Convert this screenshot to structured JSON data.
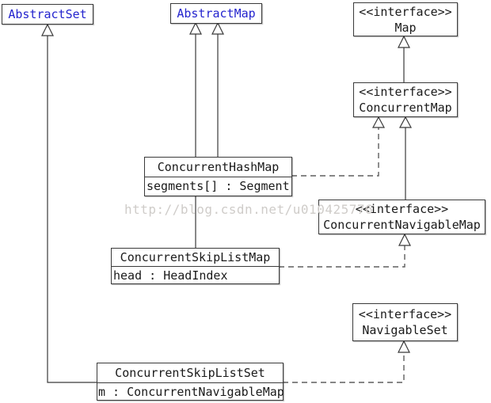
{
  "diagram": {
    "watermark": "http://blog.csdn.net/u010425776",
    "colors": {
      "abstract_class_text": "#2424ce",
      "class_text": "#1a1a1a",
      "box_border": "#3a3a3a",
      "solid_edge": "#3a3a3a",
      "dashed_edge": "#5f5f5f",
      "watermark_text": "#cfccc9"
    },
    "nodes": {
      "abstract_set": {
        "name": "AbstractSet"
      },
      "abstract_map": {
        "name": "AbstractMap"
      },
      "map": {
        "stereotype": "<<interface>>",
        "name": "Map"
      },
      "concurrent_map": {
        "stereotype": "<<interface>>",
        "name": "ConcurrentMap"
      },
      "concurrent_hash_map": {
        "name": "ConcurrentHashMap",
        "attribute": "segments[] : Segment"
      },
      "concurrent_navigable_map": {
        "stereotype": "<<interface>>",
        "name": "ConcurrentNavigableMap"
      },
      "concurrent_skip_list_map": {
        "name": "ConcurrentSkipListMap",
        "attribute": "head : HeadIndex"
      },
      "navigable_set": {
        "stereotype": "<<interface>>",
        "name": "NavigableSet"
      },
      "concurrent_skip_list_set": {
        "name": "ConcurrentSkipListSet",
        "attribute": "m : ConcurrentNavigableMap"
      }
    },
    "relations": [
      {
        "from": "ConcurrentSkipListSet",
        "to": "AbstractSet",
        "type": "generalization"
      },
      {
        "from": "ConcurrentSkipListMap",
        "to": "AbstractMap",
        "type": "generalization"
      },
      {
        "from": "ConcurrentHashMap",
        "to": "AbstractMap",
        "type": "generalization"
      },
      {
        "from": "ConcurrentMap",
        "to": "Map",
        "type": "generalization"
      },
      {
        "from": "ConcurrentHashMap",
        "to": "ConcurrentMap",
        "type": "realization"
      },
      {
        "from": "ConcurrentNavigableMap",
        "to": "ConcurrentMap",
        "type": "generalization"
      },
      {
        "from": "ConcurrentSkipListMap",
        "to": "ConcurrentNavigableMap",
        "type": "realization"
      },
      {
        "from": "ConcurrentSkipListSet",
        "to": "NavigableSet",
        "type": "realization"
      }
    ]
  }
}
